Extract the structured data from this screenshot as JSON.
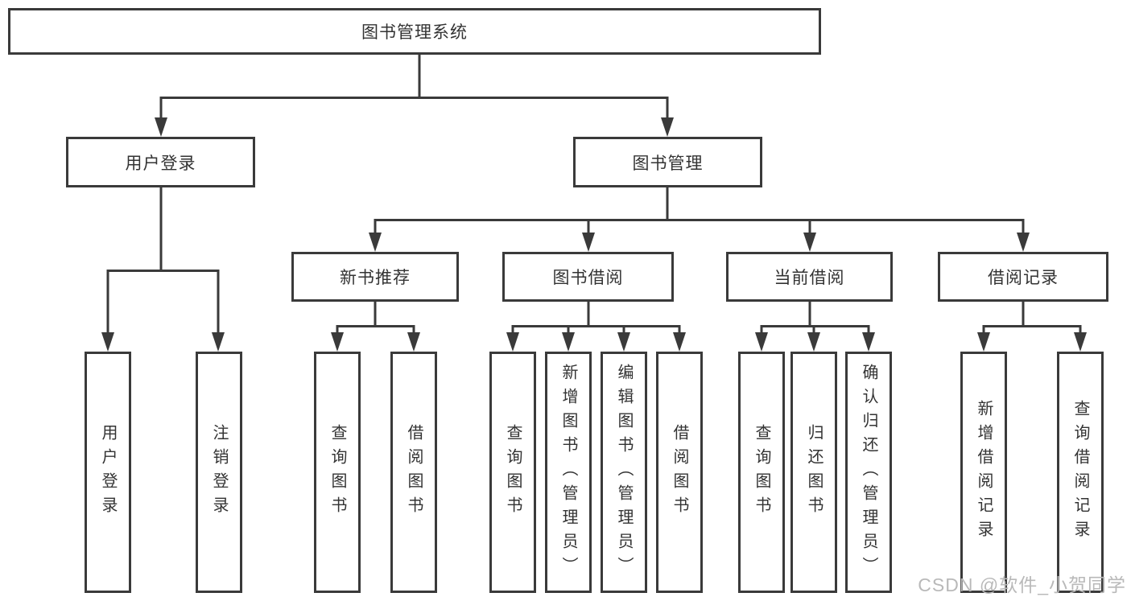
{
  "diagram": {
    "nodes": {
      "root": "图书管理系统",
      "user_login": "用户登录",
      "book_mgmt": "图书管理",
      "new_book_rec": "新书推荐",
      "book_borrow": "图书借阅",
      "current_borrow": "当前借阅",
      "borrow_history": "借阅记录",
      "ul_user_login": "用户登录",
      "ul_logout": "注销登录",
      "nb_query_book": "查询图书",
      "nb_borrow_book": "借阅图书",
      "bb_query_book": "查询图书",
      "bb_add_book": "新增图书（管理员）",
      "bb_edit_book": "编辑图书（管理员）",
      "bb_borrow_book": "借阅图书",
      "cb_query_book": "查询图书",
      "cb_return_book": "归还图书",
      "cb_confirm_return": "确认归还（管理员）",
      "bh_add_record": "新增借阅记录",
      "bh_query_record": "查询借阅记录"
    }
  },
  "watermark": {
    "text": "CSDN @软件_小贺同学"
  },
  "colors": {
    "line": "#3a3a3a",
    "text": "#333333",
    "box_background": "#ffffff",
    "page_background": "#ffffff",
    "watermark": "#b9b9b9"
  }
}
